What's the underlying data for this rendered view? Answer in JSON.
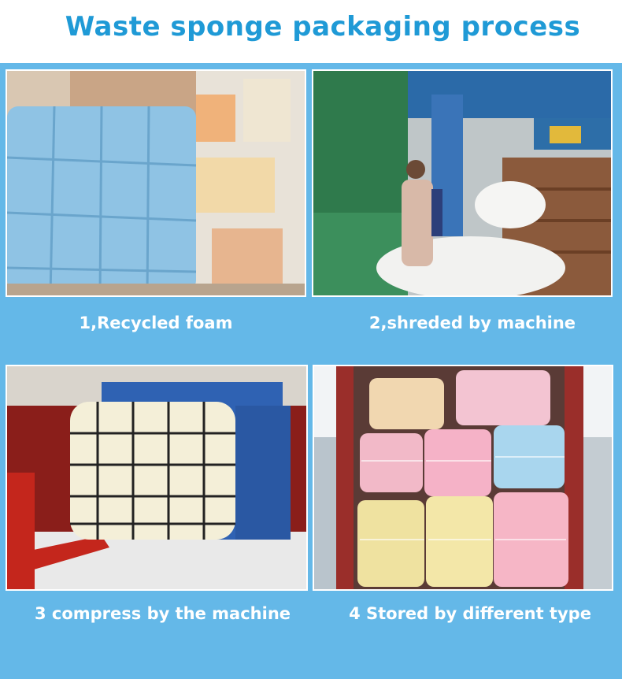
{
  "title": "Waste sponge packaging process",
  "colors": {
    "title": "#1f9ad6",
    "panel": "#64b8e8",
    "caption": "#ffffff"
  },
  "steps": [
    {
      "caption": "1,Recycled foam",
      "image": "recycled-foam-bale-photo"
    },
    {
      "caption": "2,shreded by machine",
      "image": "shredding-machine-photo"
    },
    {
      "caption": "3 compress by the machine",
      "image": "baling-press-photo"
    },
    {
      "caption": "4 Stored by different type",
      "image": "container-storage-photo"
    }
  ]
}
